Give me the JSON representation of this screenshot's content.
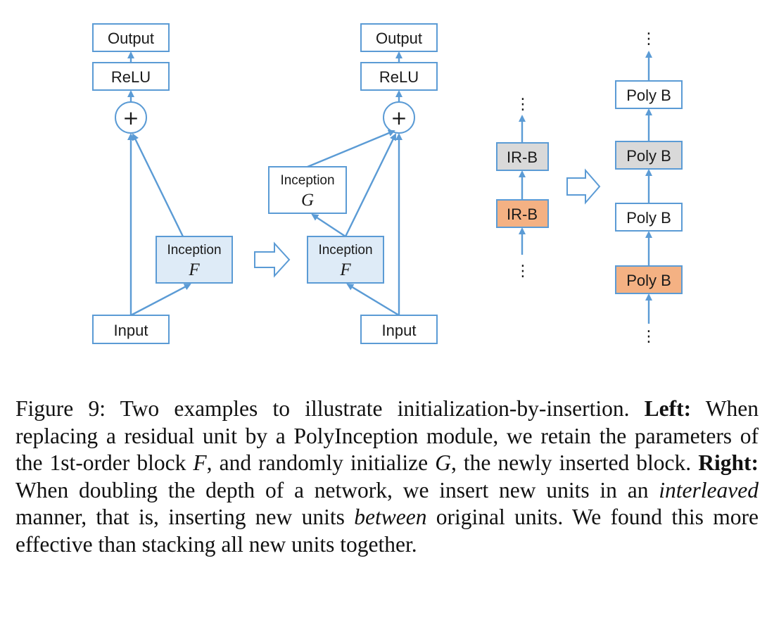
{
  "left": {
    "before": {
      "output": "Output",
      "relu": "ReLU",
      "plus": "+",
      "inception": "Inception",
      "var": "F",
      "input": "Input"
    },
    "after": {
      "output": "Output",
      "relu": "ReLU",
      "plus": "+",
      "inception_g": "Inception",
      "var_g": "G",
      "inception_f": "Inception",
      "var_f": "F",
      "input": "Input"
    }
  },
  "right": {
    "before": {
      "dots_top": "⋮",
      "block_gray": "IR-B",
      "block_orange": "IR-B",
      "dots_bottom": "⋮"
    },
    "after": {
      "dots_top": "⋮",
      "block_1": "Poly B",
      "block_2": "Poly B",
      "block_3": "Poly B",
      "block_4": "Poly B",
      "dots_bottom": "⋮"
    }
  },
  "caption": {
    "figure": "Figure 9:",
    "intro": " Two examples to illustrate initialization-by-insertion. ",
    "left_label": "Left:",
    "left_a": " When replacing a residual unit by a PolyInception module, we retain the parameters of the 1st-order block ",
    "var_f": "F",
    "left_b": ", and randomly initialize ",
    "var_g": "G",
    "left_c": ", the newly inserted block. ",
    "right_label": "Right:",
    "right_a": " When doubling the depth of a network, we insert new units in an ",
    "interleaved": "interleaved",
    "right_b": " manner, that is, inserting new units ",
    "between": "between",
    "right_c": " original units. We found this more effective than stacking all new units together."
  },
  "colors": {
    "stroke": "#5b9bd5",
    "blue_fill": "#deebf7",
    "gray_fill": "#d9d9d9",
    "orange_fill": "#f4b183"
  }
}
